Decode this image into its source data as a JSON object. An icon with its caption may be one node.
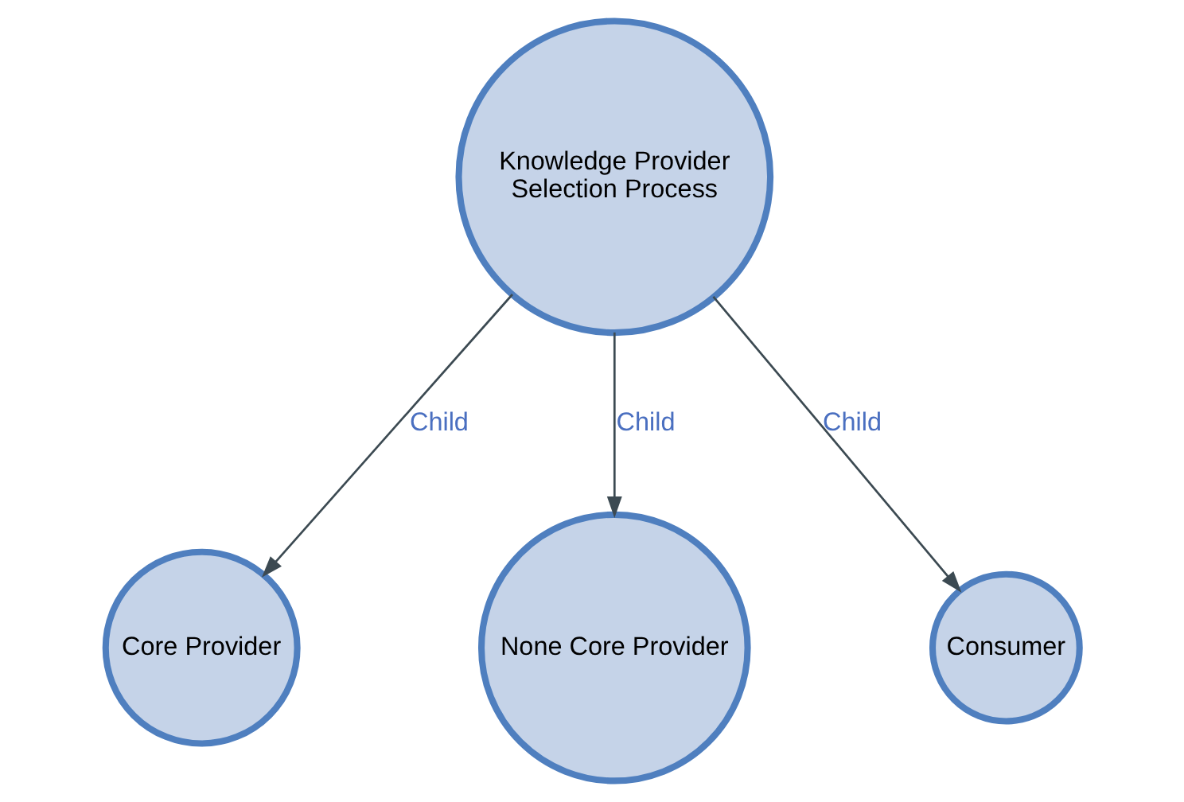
{
  "diagram": {
    "nodes": [
      {
        "text": [
          "Knowledge Provider Selection Process"
        ]
      },
      {
        "text": [
          "Core Provider"
        ]
      },
      {
        "text": [
          "None Core Provider"
        ]
      },
      {
        "text": [
          "Consumer"
        ]
      }
    ],
    "edges": [
      {
        "from": 0,
        "to": 1,
        "arrow": "to",
        "label": "Child"
      },
      {
        "from": 0,
        "to": 2,
        "arrow": "to",
        "label": "Child"
      },
      {
        "from": 0,
        "to": 3,
        "arrow": "to",
        "label": "Child"
      }
    ]
  }
}
